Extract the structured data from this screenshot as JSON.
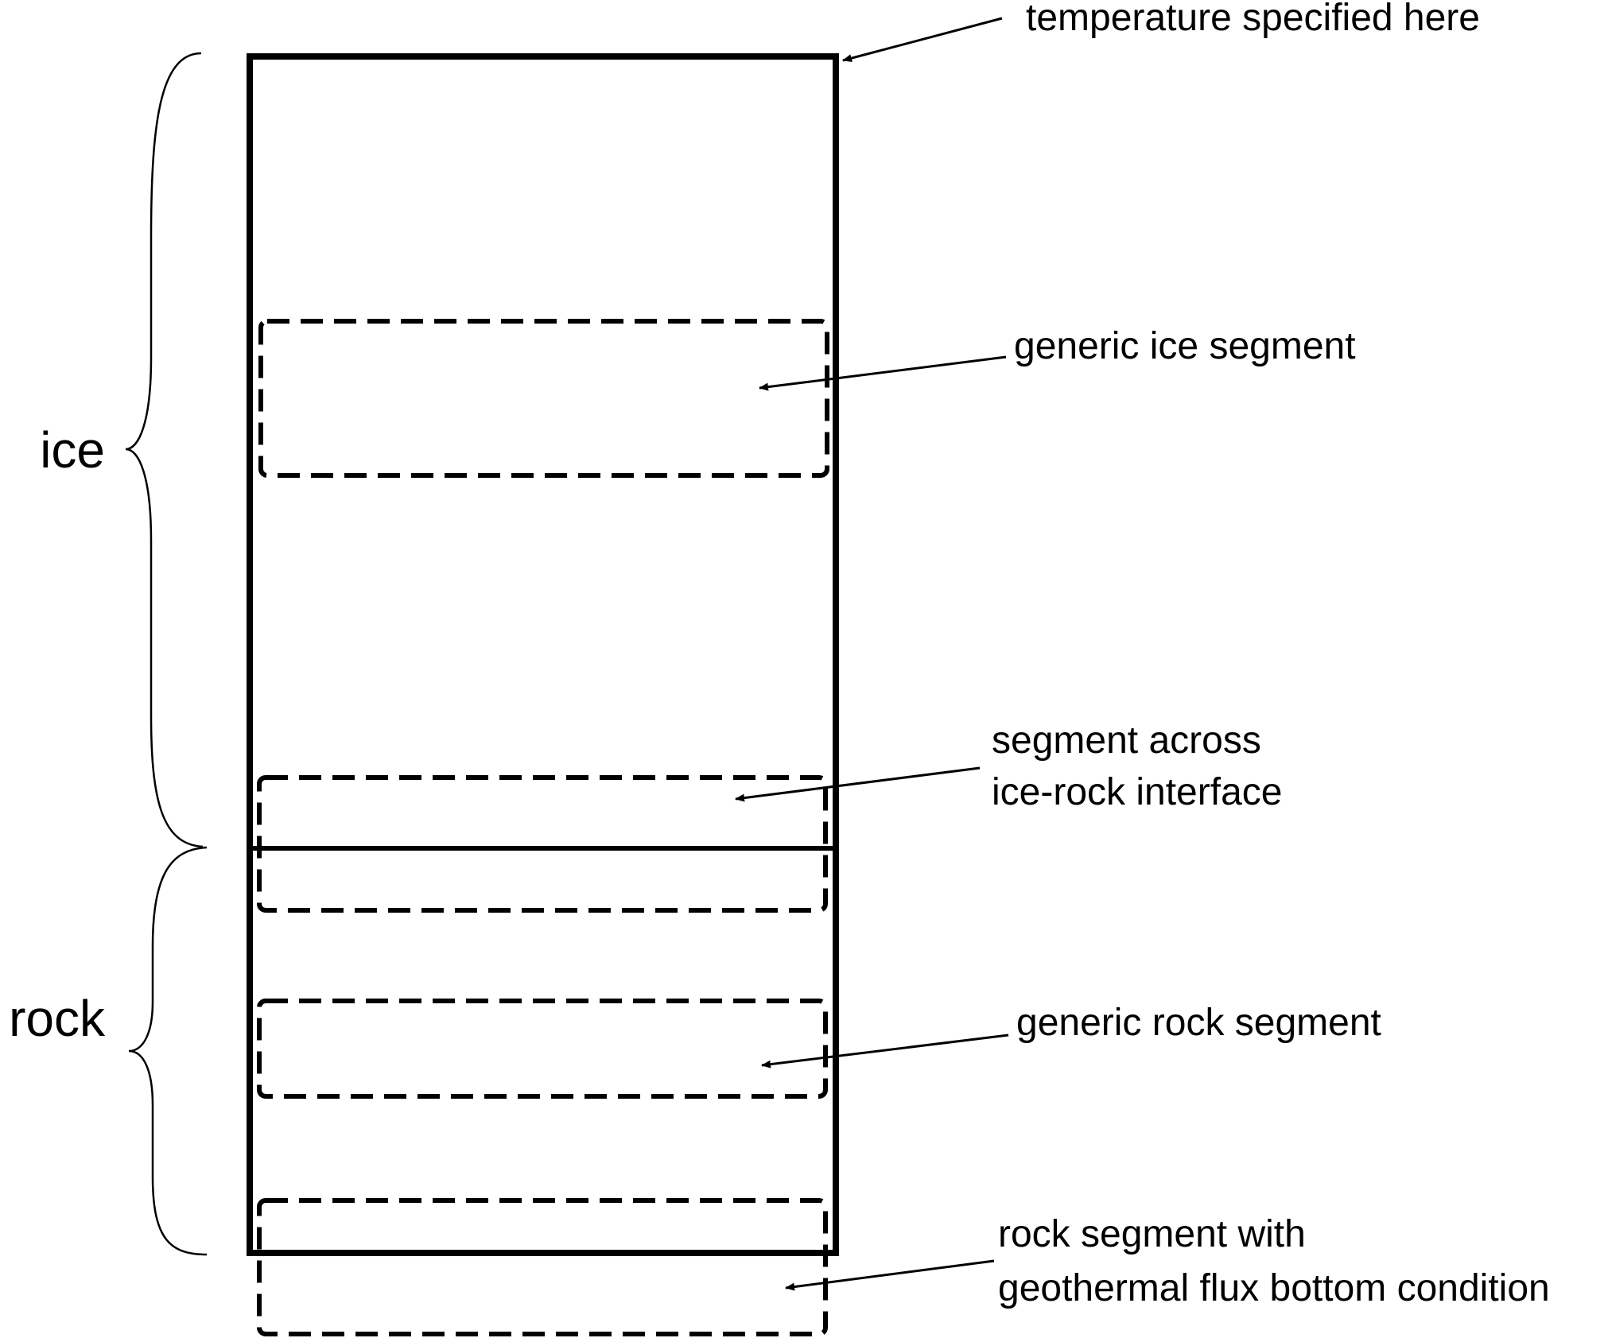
{
  "labels": {
    "ice": "ice",
    "rock": "rock",
    "temperature": "temperature specified here",
    "ice_segment": "generic ice segment",
    "interface_segment": [
      "segment across",
      "ice-rock interface"
    ],
    "rock_segment": "generic rock segment",
    "bottom_segment": [
      "rock segment with",
      "geothermal flux bottom condition"
    ]
  },
  "colors": {
    "line": "#000000",
    "background": "#ffffff"
  }
}
